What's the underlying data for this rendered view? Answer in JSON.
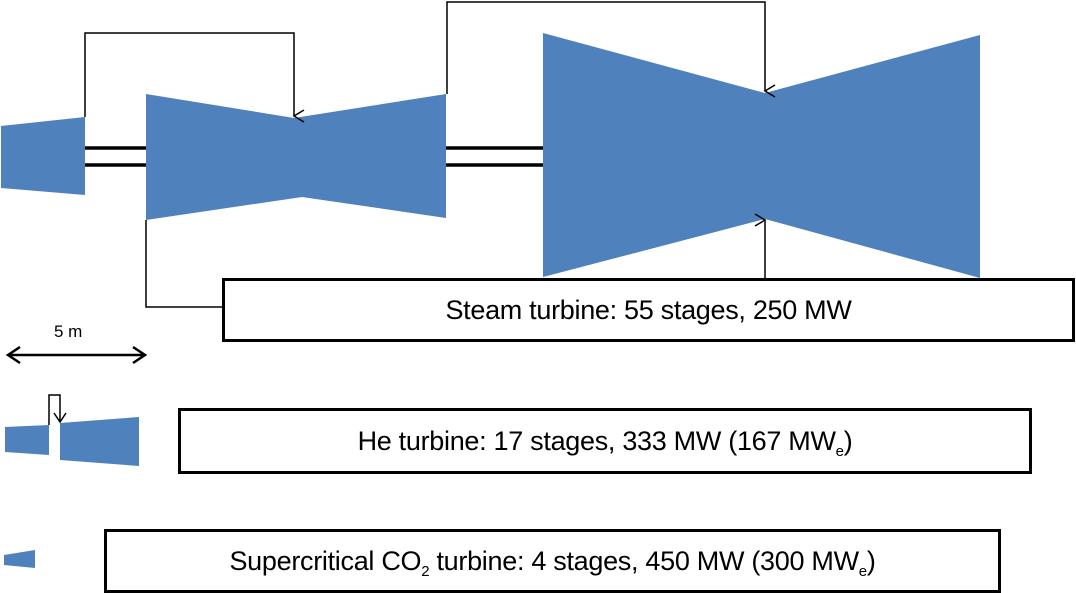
{
  "colors": {
    "turbine_fill": "#4f81bd",
    "line": "#000000",
    "background": "#ffffff"
  },
  "scale_bar": {
    "label": "5 m"
  },
  "turbines": [
    {
      "id": "steam",
      "label_prefix": "Steam turbine: 55 stages, 250 MW",
      "label_sub": "",
      "label_suffix": ""
    },
    {
      "id": "helium",
      "label_prefix": "He turbine: 17 stages, 333 MW (167 MW",
      "label_sub": "e",
      "label_suffix": ")"
    },
    {
      "id": "sco2",
      "label_prefix": "Supercritical CO",
      "label_sub": "2",
      "label_mid": " turbine: 4 stages, 450 MW (300 MW",
      "label_sub2": "e",
      "label_suffix": ")"
    }
  ]
}
